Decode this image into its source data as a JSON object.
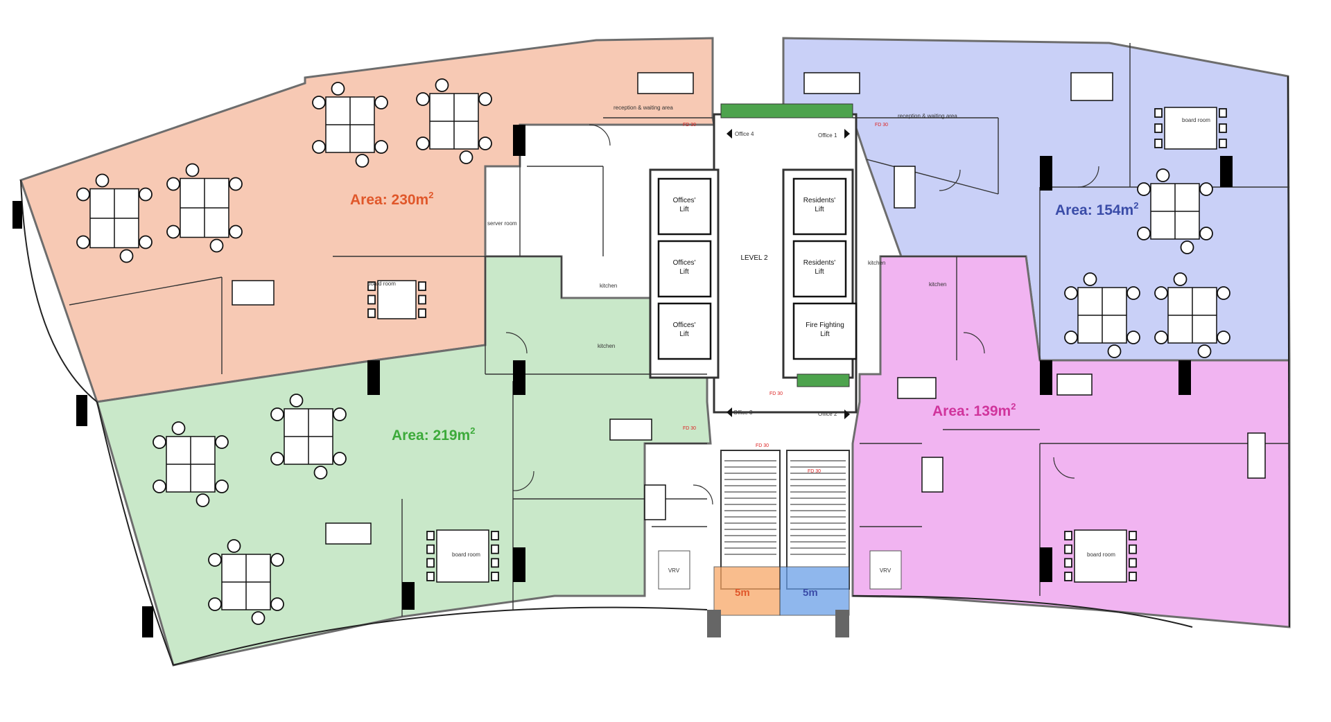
{
  "plan": {
    "level_label": "LEVEL 2",
    "areas": {
      "orange": {
        "label": "Area: 230m",
        "sup": "2",
        "color": "#e0572a"
      },
      "blue": {
        "label": "Area: 154m",
        "sup": "2",
        "color": "#3a4ca8"
      },
      "green": {
        "label": "Area: 219m",
        "sup": "2",
        "color": "#3caa3a"
      },
      "pink": {
        "label": "Area: 139m",
        "sup": "2",
        "color": "#d0349c"
      }
    },
    "zone_colors": {
      "orange": "#f7c9b4",
      "blue": "#c9d0f7",
      "green": "#c9e8c9",
      "pink": "#f1b4f1"
    },
    "lifts": {
      "offices_1": [
        "Offices'",
        "Lift"
      ],
      "offices_2": [
        "Offices'",
        "Lift"
      ],
      "offices_3": [
        "Offices'",
        "Lift"
      ],
      "residents_1": [
        "Residents'",
        "Lift"
      ],
      "residents_2": [
        "Residents'",
        "Lift"
      ],
      "fire": [
        "Fire Fighting",
        "Lift"
      ]
    },
    "office_doors": {
      "office1": "Office 1",
      "office2": "Office 2",
      "office3": "Office 3",
      "office4": "Office 4"
    },
    "rooms": {
      "reception_orange": "reception & waiting area",
      "reception_blue": "reception & waiting area",
      "server_room": "server room",
      "kitchen_orange": "kitchen",
      "kitchen_green": "kitchen",
      "kitchen_blue": "kitchen",
      "kitchen_pink": "kitchen",
      "board_room_orange": "board room",
      "board_room_blue": "board room",
      "board_room_green": "board room",
      "board_room_pink": "board room",
      "vrv_left": "VRV",
      "vrv_right": "VRV",
      "fd": "FD 30",
      "riser_left": "5m",
      "riser_right": "5m"
    }
  }
}
